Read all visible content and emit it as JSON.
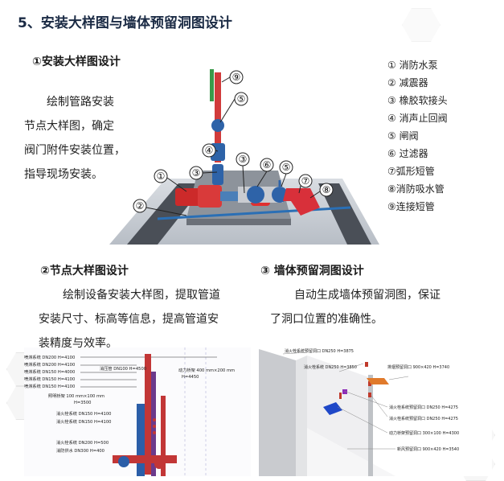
{
  "page_title": "5、安装大样图与墙体预留洞图设计",
  "section1": {
    "heading": "①安装大样图设计",
    "lines": [
      "绘制管路安装",
      "节点大样图，确定",
      "阀门附件安装位置，",
      "指导现场安装。"
    ]
  },
  "legend": [
    "① 消防水泵",
    "② 减震器",
    "③ 橡胶软接头",
    "④ 消声止回阀",
    "⑤ 闸阀",
    "⑥ 过滤器",
    "⑦弧形短管",
    "⑧消防吸水管",
    "⑨连接短管"
  ],
  "pump_callouts": [
    "①",
    "②",
    "③",
    "④",
    "③",
    "⑥",
    "⑤",
    "⑤",
    "⑦",
    "⑧",
    "⑨"
  ],
  "section2": {
    "heading": "②节点大样图设计",
    "lines": [
      "绘制设备安装大样图，提取管道",
      "安装尺寸、标高等信息，提高管道安",
      "装精度与效率。"
    ]
  },
  "section3": {
    "heading": "③ 墙体预留洞图设计",
    "lines": [
      "自动生成墙体预留洞图，保证",
      "了洞口位置的准确性。"
    ]
  },
  "node_drawing_labels": [
    "喷淋系统 DN200 H=4100",
    "喷淋系统 DN200 H=4100",
    "喷淋系统 DN150 H=4000",
    "喷淋系统 DN150 H=4100",
    "喷淋系统 DN150 H=4100",
    "消压管 DN100 H=4500",
    "动力桥架 400 mm×200 mm",
    "H=4450",
    "照明桥架 100 mm×100 mm",
    "H=3500",
    "消火栓系统 DN150 H=4100",
    "消火栓系统 DN150 H=4100",
    "消火栓系统 DN200 H=500",
    "消防供水 DN300 H=400"
  ],
  "wall_labels": [
    "消火栓系统预留洞口 DN250 H=3875",
    "消火栓系统 DN250 H=3850",
    "排烟预留洞口 900×420 H=3740",
    "消火栓系统预留洞口 DN250 H=4275",
    "消火栓系统预留洞口 DN250 H=4275",
    "动力桥架预留洞口 300×100 H=4300",
    "新风预留洞口 900×420 H=3540"
  ]
}
